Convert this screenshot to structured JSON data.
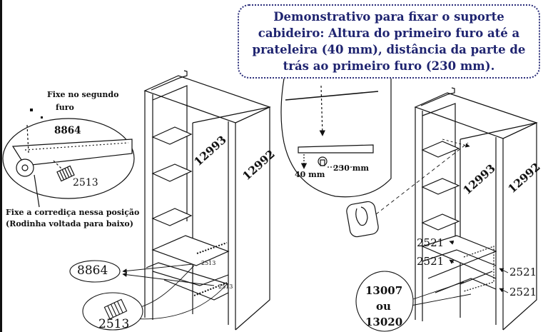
{
  "callout": {
    "text": "Demonstrativo para fixar o suporte cabideiro: Altura do primeiro furo até a prateleira (40 mm), distância da parte de trás ao primeiro furo (230 mm)."
  },
  "left_detail": {
    "fix_hole_line1": "Fixe no segundo",
    "fix_hole_line2": "furo",
    "part_8864": "8864",
    "part_2513": "2513",
    "fix_slide_line1": "Fixe a corrediça nessa posição",
    "fix_slide_line2": "(Rodinha voltada para baixo)"
  },
  "left_wardrobe": {
    "panel_a": "12993",
    "panel_b": "12992",
    "small_2513_a": "2513",
    "small_2513_b": "2513",
    "oval_8864": "8864",
    "screw_2513": "2513"
  },
  "middle_detail": {
    "dim_40": "40 mm",
    "dim_230": "230 mm"
  },
  "right_wardrobe": {
    "panel_a": "12993",
    "panel_b": "12992",
    "part_2521_a": "2521",
    "part_2521_b": "2521",
    "part_2521_c": "2521",
    "part_2521_d": "2521",
    "oval_line1": "13007",
    "oval_line2": "ou",
    "oval_line3": "13020"
  }
}
